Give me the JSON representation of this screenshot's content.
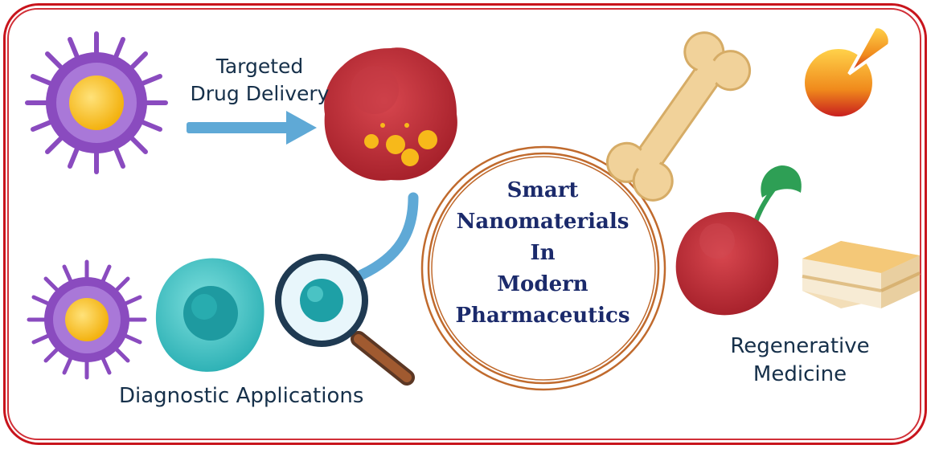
{
  "labels": {
    "targeted_line1": "Targeted",
    "targeted_line2": "Drug Delivery",
    "diagnostic": "Diagnostic Applications",
    "regen_line1": "Regenerative",
    "regen_line2": "Medicine"
  },
  "center": {
    "line1": "Smart",
    "line2": "Nanomaterials",
    "line3": "In",
    "line4": "Modern",
    "line5": "Pharmaceutics"
  },
  "colors": {
    "frame": "#c8141c",
    "label_text": "#16304a",
    "center_text": "#1b2a6b",
    "nanoparticle": "#8a4bbf",
    "tumor": "#c2313c",
    "arrow": "#5fa9d6",
    "cell": "#46c4c6",
    "bone": "#f1d29a",
    "ring": "#c06a2d"
  },
  "icons": [
    "nanoparticle-icon",
    "arrow-right-icon",
    "tumor-cell-icon",
    "connector-curve-icon",
    "cell-icon",
    "magnifier-icon",
    "bone-icon",
    "pill-icon",
    "sprout-cell-icon",
    "scaffold-icon"
  ]
}
